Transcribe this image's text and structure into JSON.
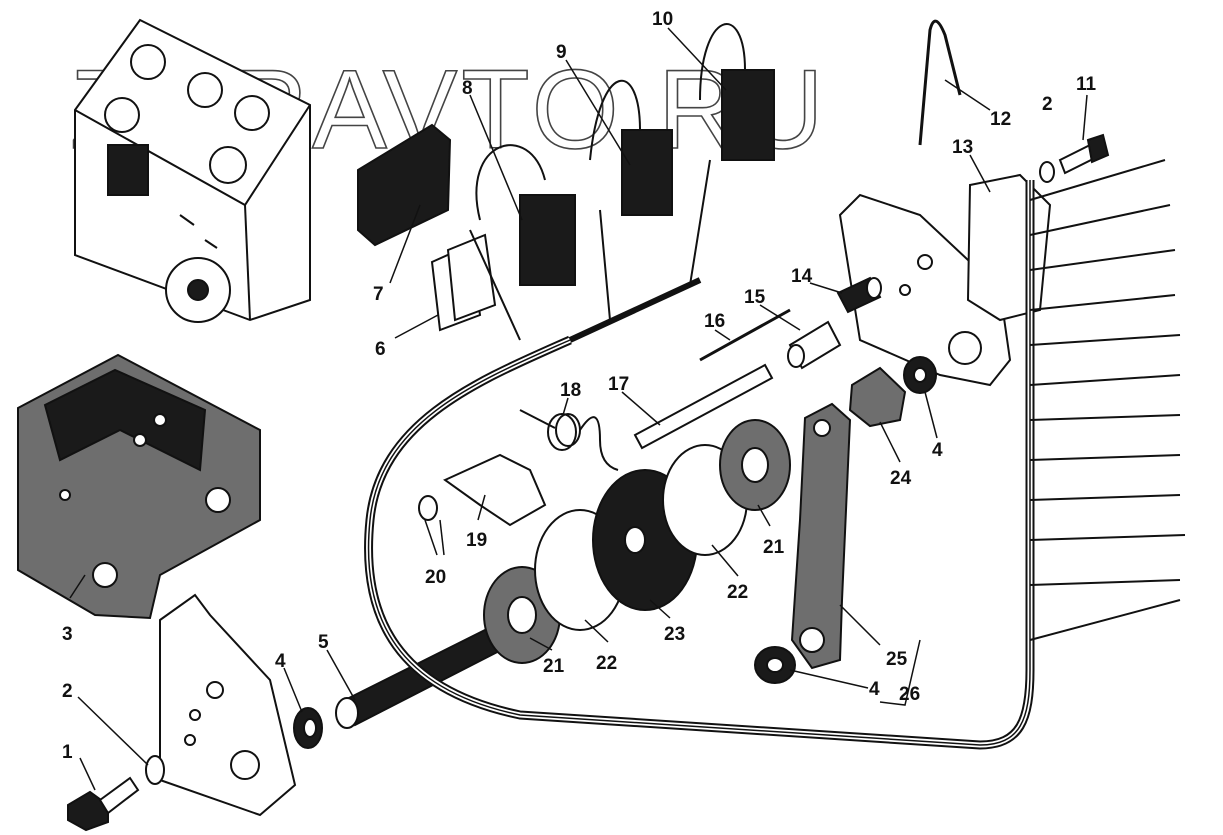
{
  "watermark": "ZURAVTO.RU",
  "colors": {
    "ink": "#111111",
    "paper": "#ffffff"
  },
  "callouts": [
    {
      "id": "c1",
      "text": "1"
    },
    {
      "id": "c2a",
      "text": "2"
    },
    {
      "id": "c2b",
      "text": "2"
    },
    {
      "id": "c3",
      "text": "3"
    },
    {
      "id": "c4a",
      "text": "4"
    },
    {
      "id": "c4b",
      "text": "4"
    },
    {
      "id": "c4c",
      "text": "4"
    },
    {
      "id": "c5",
      "text": "5"
    },
    {
      "id": "c6",
      "text": "6"
    },
    {
      "id": "c7",
      "text": "7"
    },
    {
      "id": "c8",
      "text": "8"
    },
    {
      "id": "c9",
      "text": "9"
    },
    {
      "id": "c10",
      "text": "10"
    },
    {
      "id": "c11",
      "text": "11"
    },
    {
      "id": "c12",
      "text": "12"
    },
    {
      "id": "c13",
      "text": "13"
    },
    {
      "id": "c14",
      "text": "14"
    },
    {
      "id": "c15",
      "text": "15"
    },
    {
      "id": "c16",
      "text": "16"
    },
    {
      "id": "c17",
      "text": "17"
    },
    {
      "id": "c18",
      "text": "18"
    },
    {
      "id": "c19",
      "text": "19"
    },
    {
      "id": "c20",
      "text": "20"
    },
    {
      "id": "c21a",
      "text": "21"
    },
    {
      "id": "c21b",
      "text": "21"
    },
    {
      "id": "c22a",
      "text": "22"
    },
    {
      "id": "c22b",
      "text": "22"
    },
    {
      "id": "c23",
      "text": "23"
    },
    {
      "id": "c24",
      "text": "24"
    },
    {
      "id": "c25",
      "text": "25"
    },
    {
      "id": "c26",
      "text": "26"
    }
  ]
}
